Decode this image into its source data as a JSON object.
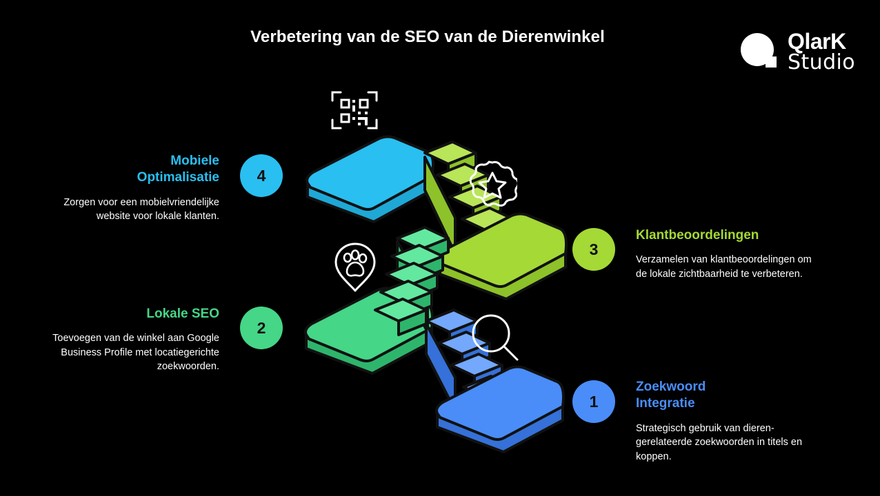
{
  "page": {
    "title": "Verbetering van de SEO van de Dierenwinkel",
    "background_color": "#000000"
  },
  "logo": {
    "name_primary": "QlarK",
    "name_secondary": "Studio",
    "mark_icon": "circle-square-logo-icon",
    "color": "#ffffff"
  },
  "steps": [
    {
      "number": "1",
      "heading": "Zoekwoord Integratie",
      "heading_line1": "Zoekwoord",
      "heading_line2": "Integratie",
      "body": "Strategisch gebruik van dieren-gerelateerde zoekwoorden in titels en koppen.",
      "color": "#4A8DF8",
      "side": "right"
    },
    {
      "number": "2",
      "heading": "Lokale SEO",
      "body": "Toevoegen van de winkel aan Google Business Profile met locatiegerichte zoekwoorden.",
      "color": "#45D687",
      "side": "left"
    },
    {
      "number": "3",
      "heading": "Klantbeoordelingen",
      "body": "Verzamelen van klantbeoordelingen om de lokale zichtbaarheid te verbeteren.",
      "color": "#A4D936",
      "side": "right"
    },
    {
      "number": "4",
      "heading": "Mobiele Optimalisatie",
      "heading_line1": "Mobiele",
      "heading_line2": "Optimalisatie",
      "body": "Zorgen voor een mobielvriendelijke website voor lokale klanten.",
      "color": "#29BFF0",
      "side": "left"
    }
  ],
  "illustration": {
    "type": "isometric-staircase",
    "platform_colors": {
      "step1_blue": "#4A8DF8",
      "step2_mint": "#45D687",
      "step3_lime": "#A4D936",
      "step4_cyan": "#29BFF0"
    },
    "outline_color": "#111111",
    "icons": [
      {
        "name": "qr-code-scan-icon",
        "label": "QR-code scan"
      },
      {
        "name": "star-badge-icon",
        "label": "Beoordeling badge"
      },
      {
        "name": "paw-location-pin-icon",
        "label": "Locatie met pootafdruk"
      },
      {
        "name": "magnifier-icon",
        "label": "Zoeken"
      }
    ]
  }
}
